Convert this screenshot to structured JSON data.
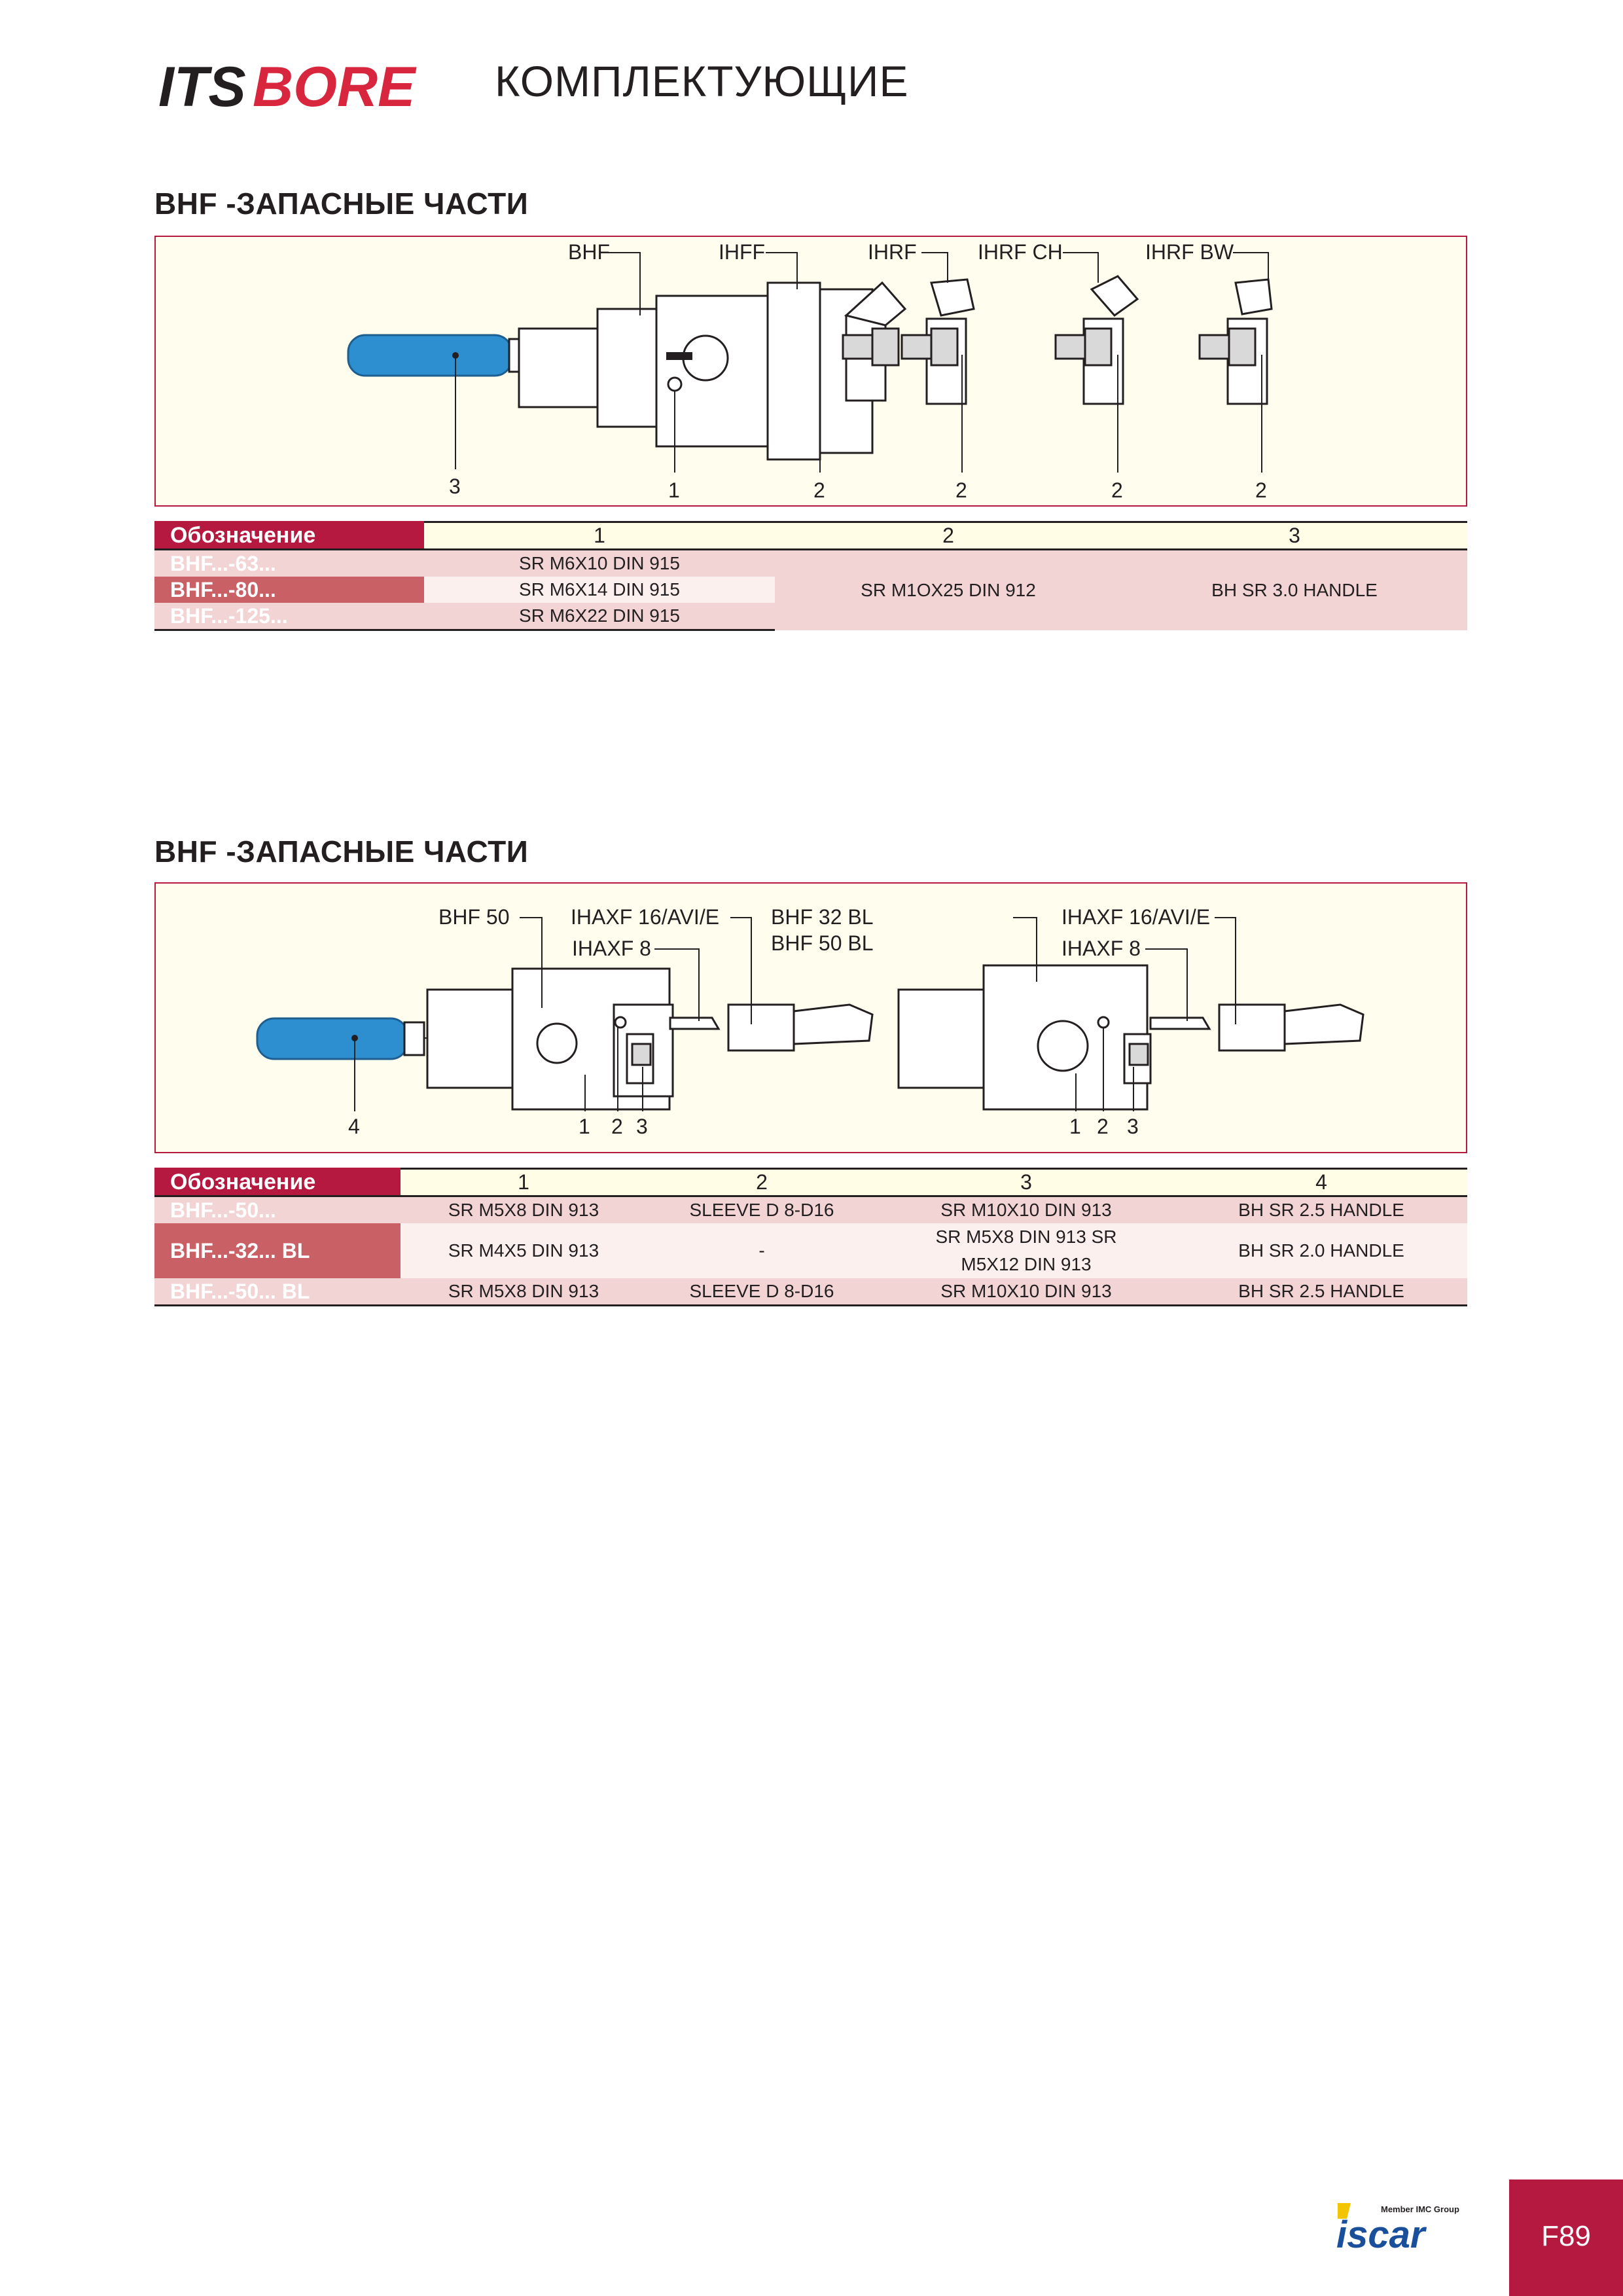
{
  "header": {
    "brand_its": "ITS",
    "brand_bore": "BORE",
    "title": "КОМПЛЕКТУЮЩИЕ"
  },
  "colors": {
    "accent": "#b5193f",
    "accent_light": "#f2d4d4",
    "figure_bg": "#fefdee",
    "handle_blue": "#2e8fd0"
  },
  "section1": {
    "title": "BHF -ЗАПАСНЫЕ ЧАСТИ",
    "figure": {
      "labels": [
        "BHF",
        "IHFF",
        "IHRF",
        "IHRF CH",
        "IHRF BW"
      ],
      "callouts": [
        "3",
        "1",
        "2",
        "2",
        "2",
        "2"
      ]
    },
    "table": {
      "headers": [
        "Обозначение",
        "1",
        "2",
        "3"
      ],
      "rows": [
        {
          "key": "BHF...-63...",
          "c1": "SR M6X10 DIN 915"
        },
        {
          "key": "BHF...-80...",
          "c1": "SR M6X14 DIN 915"
        },
        {
          "key": "BHF...-125...",
          "c1": "SR M6X22 DIN 915"
        }
      ],
      "shared_c2": "SR M1OX25 DIN 912",
      "shared_c3": "BH SR 3.0 HANDLE"
    }
  },
  "section2": {
    "title": "BHF -ЗАПАСНЫЕ ЧАСТИ",
    "figure": {
      "labels": [
        "BHF 50",
        "IHAXF 16/AVI/E",
        "IHAXF 8",
        "BHF 32 BL",
        "BHF 50 BL",
        "IHAXF 16/AVI/E",
        "IHAXF 8"
      ],
      "callouts": [
        "4",
        "1",
        "2",
        "3",
        "1",
        "2",
        "3"
      ]
    },
    "table": {
      "headers": [
        "Обозначение",
        "1",
        "2",
        "3",
        "4"
      ],
      "rows": [
        {
          "key": "BHF...-50...",
          "c1": "SR M5X8 DIN 913",
          "c2": "SLEEVE D 8-D16",
          "c3": "SR M10X10 DIN 913",
          "c4": "BH SR 2.5 HANDLE"
        },
        {
          "key": "BHF...-32... BL",
          "c1": "SR M4X5 DIN 913",
          "c2": "-",
          "c3a": "SR M5X8 DIN 913 SR",
          "c3b": "M5X12 DIN 913",
          "c4": "BH SR 2.0 HANDLE"
        },
        {
          "key": "BHF...-50... BL",
          "c1": "SR M5X8 DIN 913",
          "c2": "SLEEVE D 8-D16",
          "c3": "SR M10X10 DIN 913",
          "c4": "BH SR 2.5 HANDLE"
        }
      ]
    }
  },
  "footer": {
    "member_text": "Member IMC Group",
    "logo_text": "iscar",
    "page_number": "F89"
  }
}
